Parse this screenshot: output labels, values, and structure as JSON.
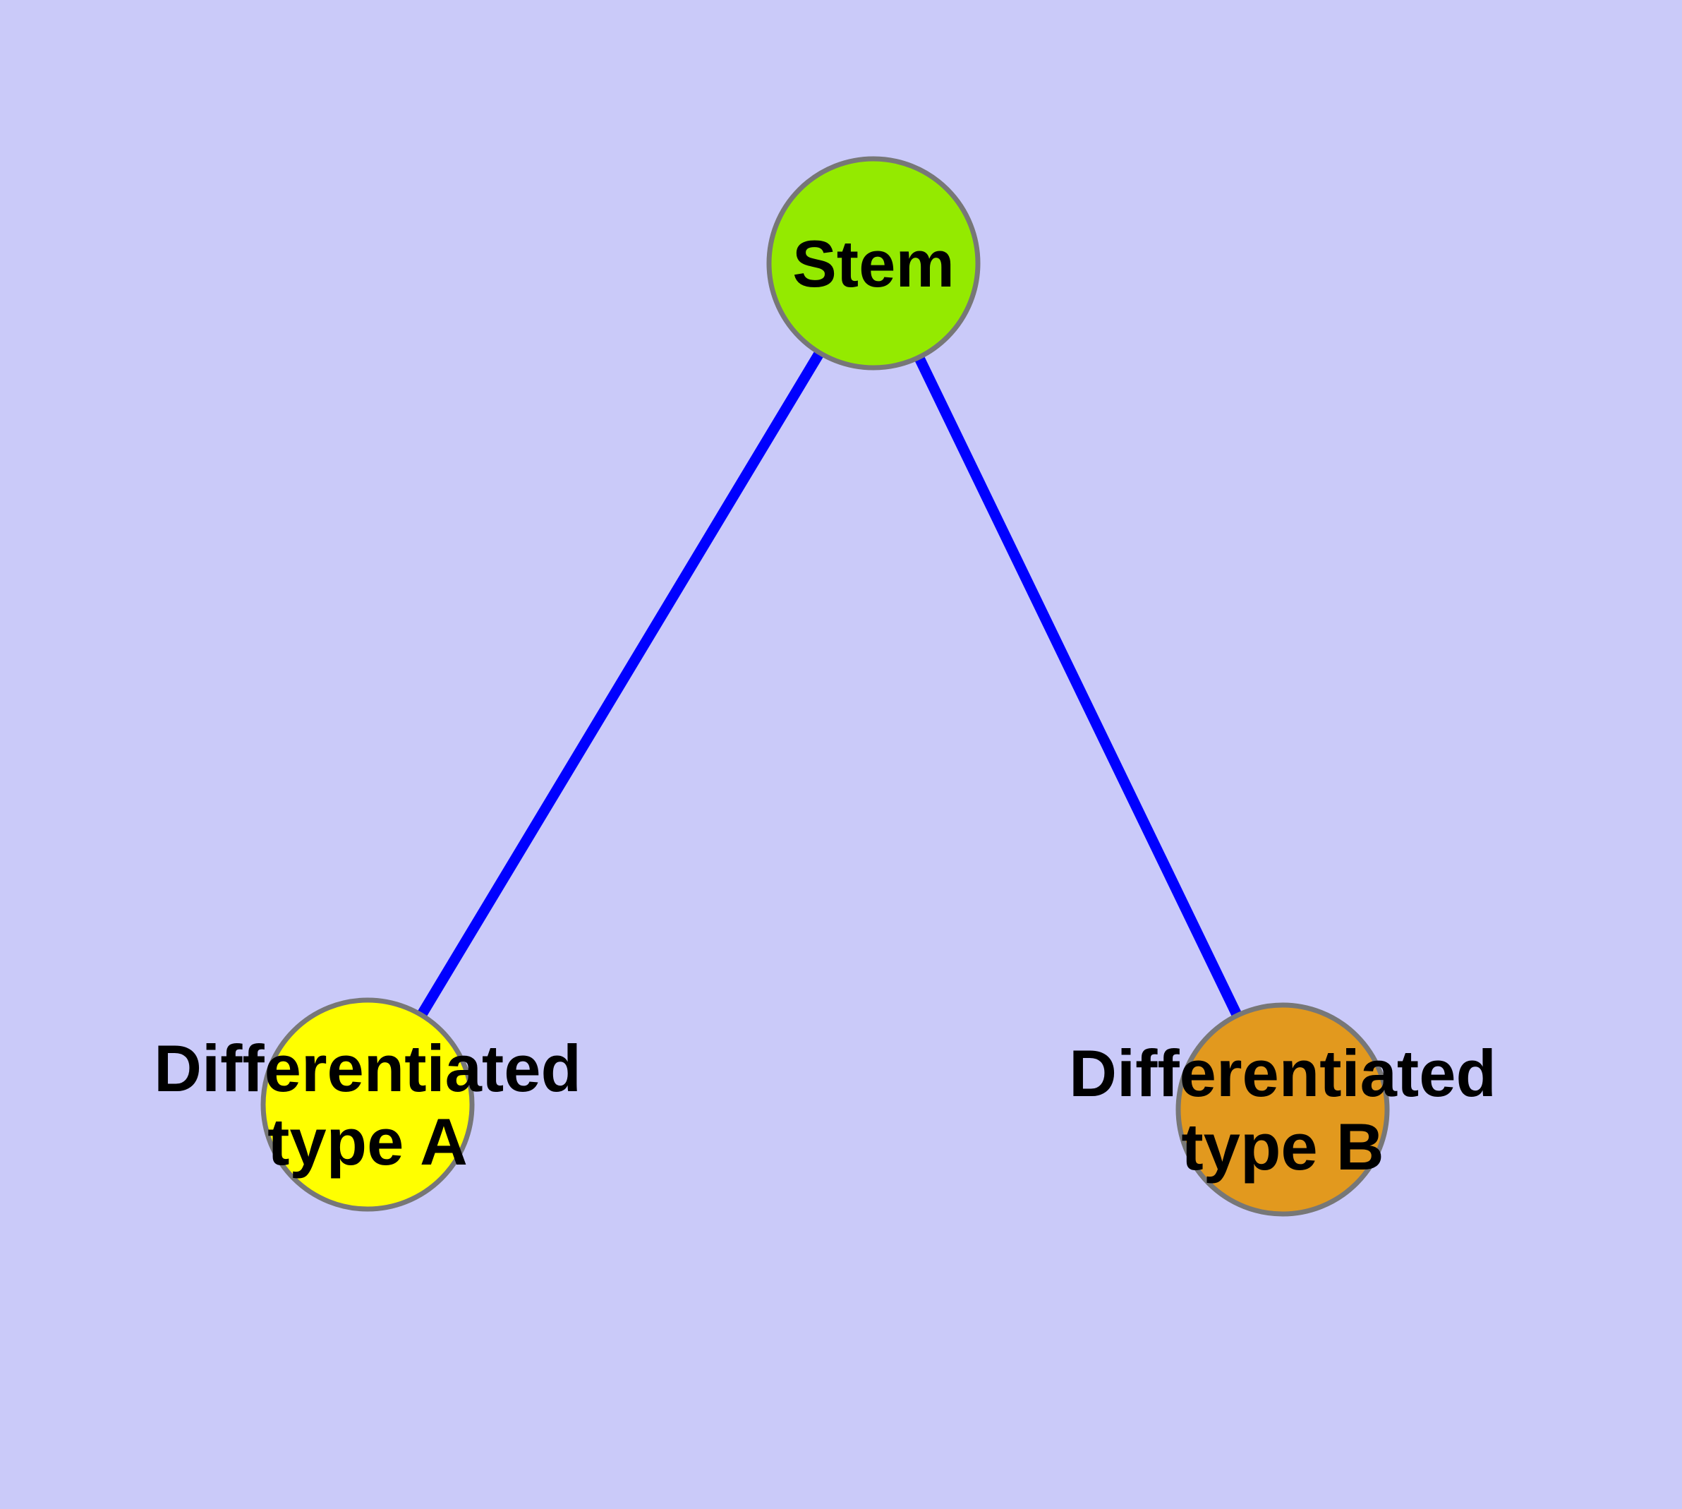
{
  "diagram": {
    "kind": "graph",
    "canvas_color": "#CACAF9",
    "edge_color": "#0000FF",
    "node_border_color": "#777777",
    "text_color": "#000000",
    "nodes": [
      {
        "id": "stem",
        "label": "Stem",
        "fill": "#94EA00"
      },
      {
        "id": "diff-a",
        "label_line1": "Differentiated",
        "label_line2": "type A",
        "fill": "#FFFF00"
      },
      {
        "id": "diff-b",
        "label_line1": "Differentiated",
        "label_line2": "type B",
        "fill": "#E2991E"
      }
    ],
    "edges": [
      {
        "from": "Stem",
        "to": "Differentiated type A"
      },
      {
        "from": "Stem",
        "to": "Differentiated type B"
      }
    ]
  }
}
